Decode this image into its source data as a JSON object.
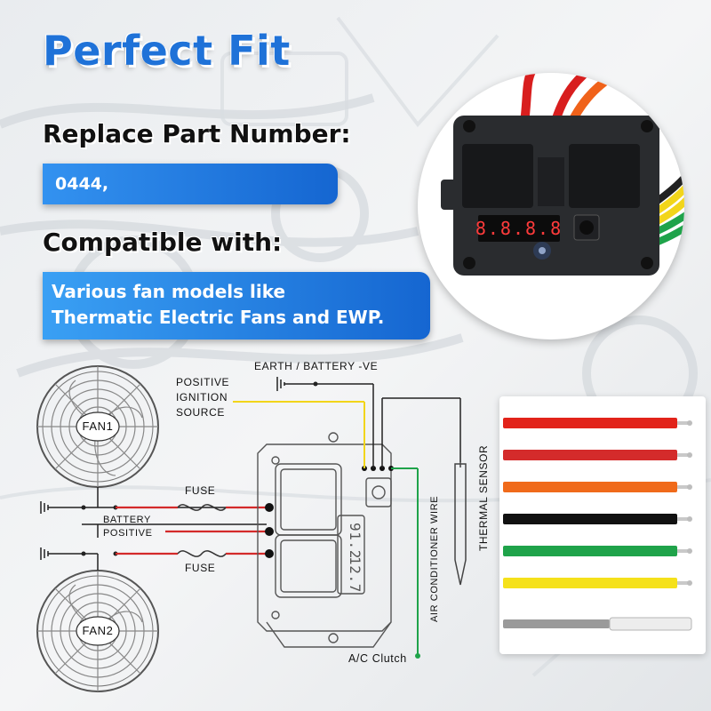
{
  "title": "Perfect Fit",
  "replace": {
    "heading": "Replace Part Number:",
    "value": "0444,"
  },
  "compatible": {
    "heading": "Compatible with:",
    "line1": "Various fan models like",
    "line2": "Thermatic Electric Fans and EWP."
  },
  "controller_photo": {
    "display_digits": "8.8.8.8"
  },
  "diagram": {
    "fan1": "FAN1",
    "fan2": "FAN2",
    "fuse_top": "FUSE",
    "fuse_bottom": "FUSE",
    "battery_line1": "BATTERY",
    "battery_line2": "POSITIVE",
    "positive_line1": "POSITIVE",
    "positive_line2": "IGNITION",
    "positive_line3": "SOURCE",
    "earth": "EARTH / BATTERY -VE",
    "thermal": "THERMAL SENSOR",
    "aircon": "AIR CONDITIONER WIRE",
    "clutch": "A/C Clutch",
    "display_upper": "91.2",
    "display_lower": "12.7"
  },
  "wire_colors": [
    "#e2231a",
    "#d42b2b",
    "#f06a1a",
    "#111111",
    "#1fa34a",
    "#f5e11a"
  ],
  "colors": {
    "accent_blue": "#1f72d8",
    "pill_blue": "#1566d1"
  }
}
